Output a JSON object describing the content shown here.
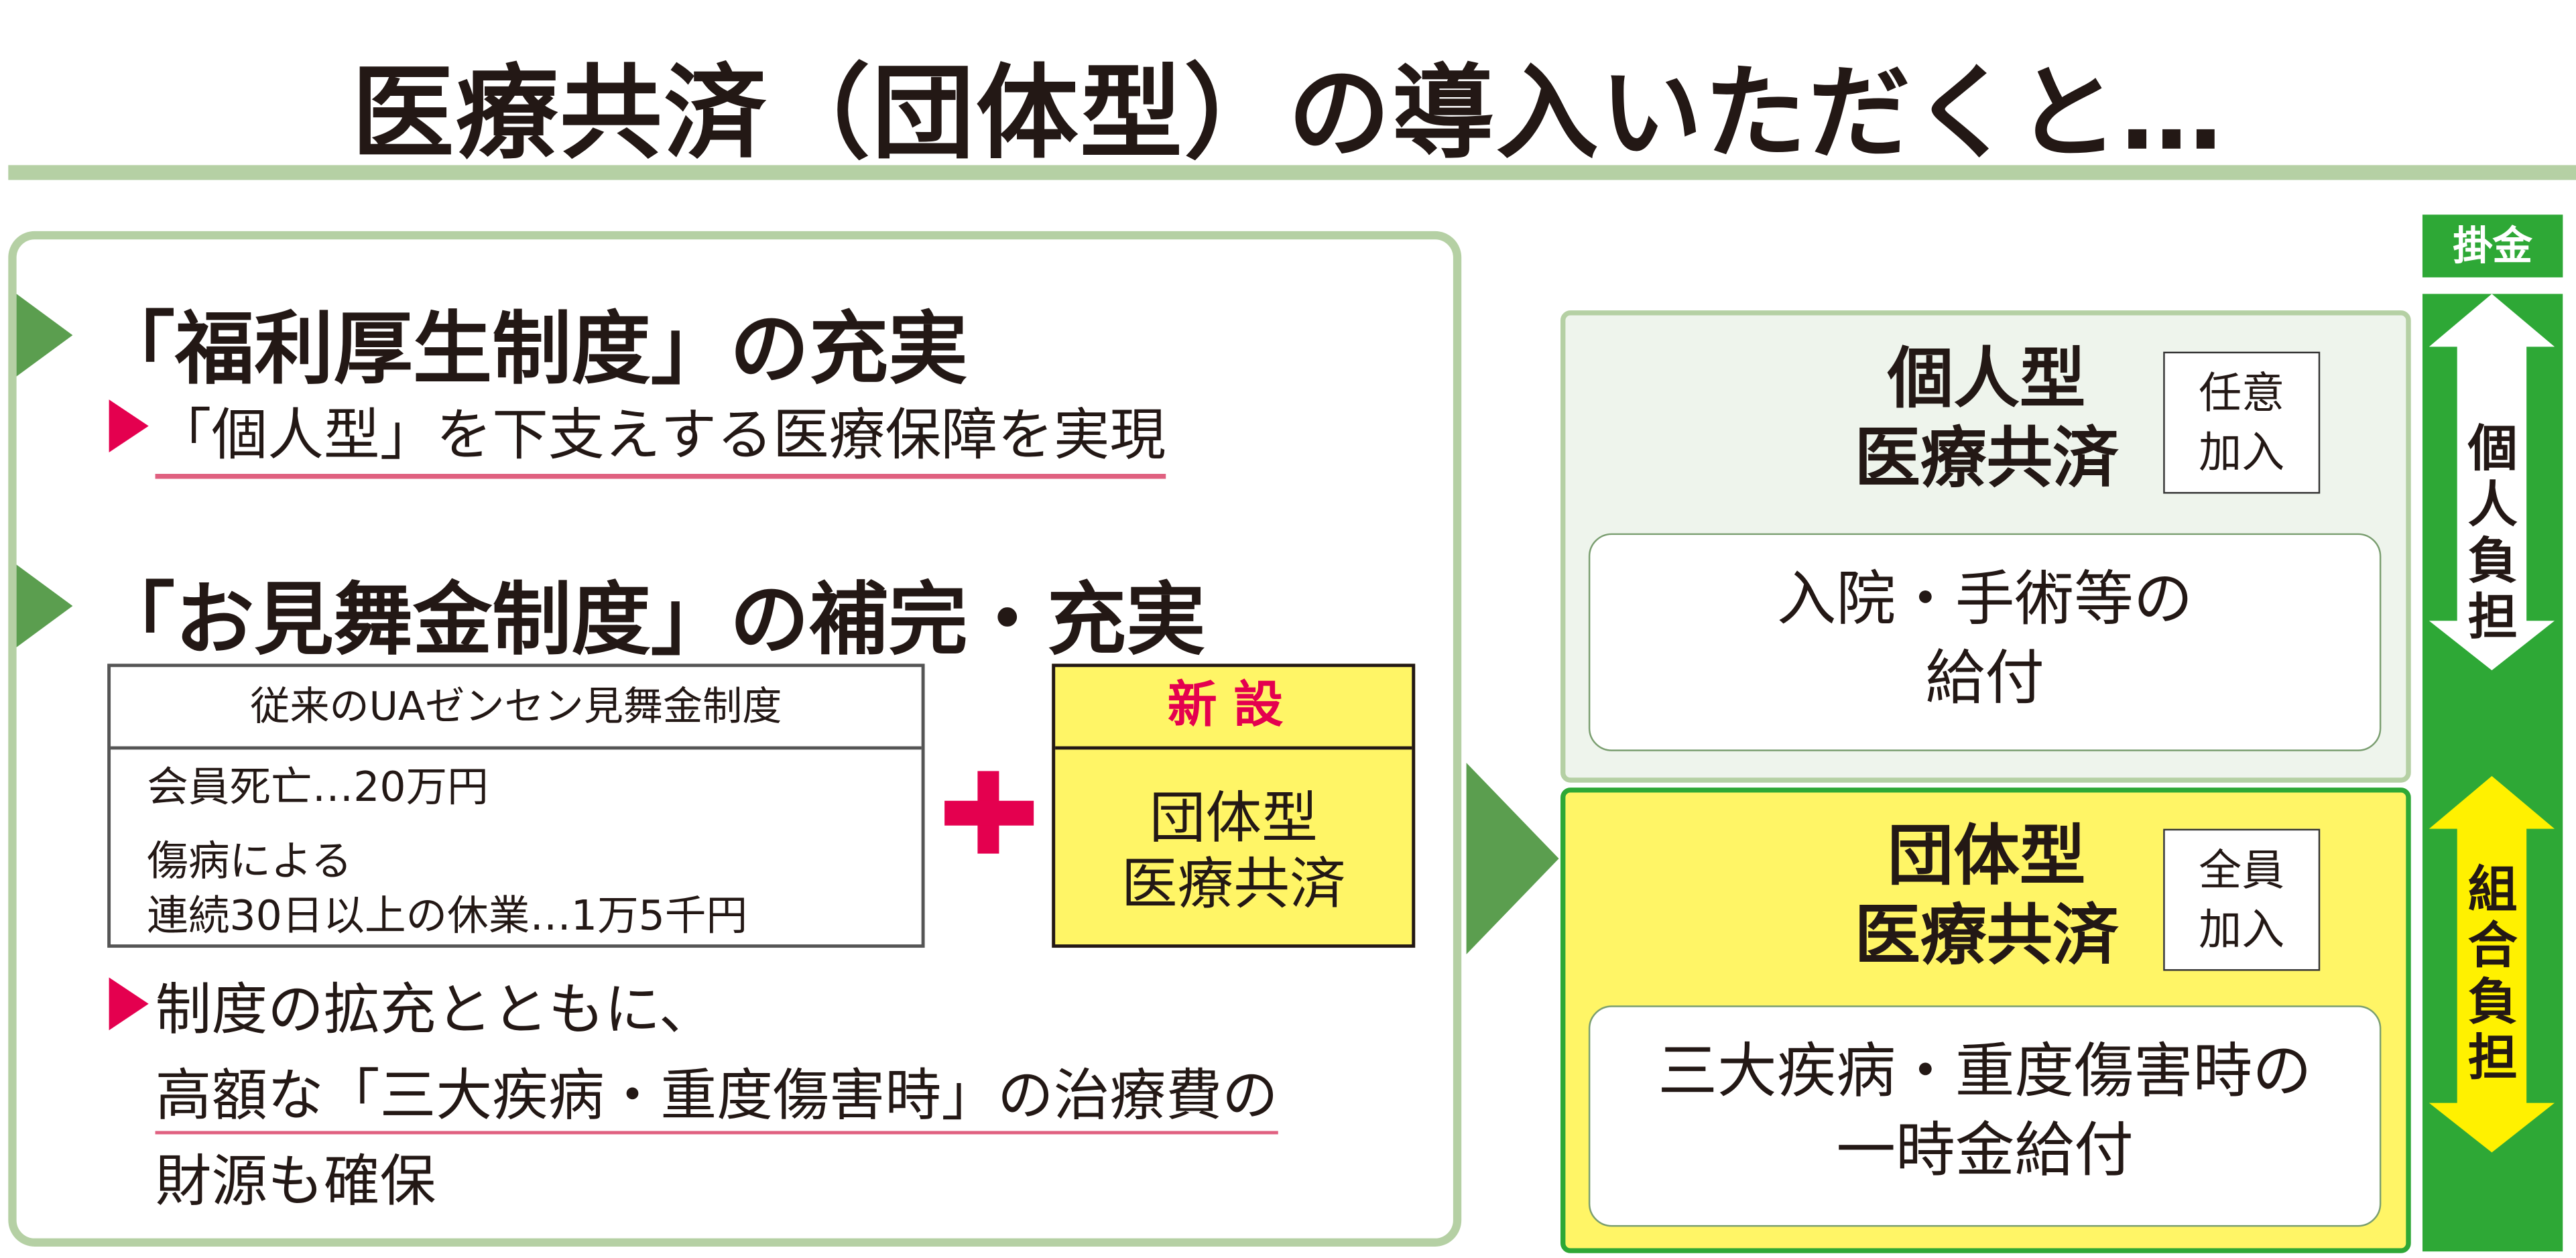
{
  "title": "医療共済（団体型）の導入いただくと…",
  "left": {
    "heading1": "「福利厚生制度」の充実",
    "sub1": "「個人型」を下支えする医療保障を実現",
    "heading2": "「お見舞金制度」の補完・充実",
    "old_system": {
      "header": "従来のUAゼンセン見舞金制度",
      "line1": "会員死亡…20万円",
      "line2": "傷病による",
      "line3": "連続30日以上の休業…1万5千円"
    },
    "plus": "+",
    "new_system": {
      "header": "新設",
      "line1": "団体型",
      "line2": "医療共済"
    },
    "note_line1": "制度の拡充とともに、",
    "note_line2": "高額な「三大疾病・重度傷害時」の治療費の",
    "note_line3": "財源も確保"
  },
  "right": {
    "individual": {
      "title1": "個人型",
      "title2": "医療共済",
      "tag1": "任意",
      "tag2": "加入",
      "benefit1": "入院・手術等の",
      "benefit2": "給付"
    },
    "group": {
      "title1": "団体型",
      "title2": "医療共済",
      "tag1": "全員",
      "tag2": "加入",
      "benefit1": "三大疾病・重度傷害時の",
      "benefit2": "一時金給付"
    }
  },
  "premium": {
    "label": "掛金",
    "individual_burden": [
      "個",
      "人",
      "負",
      "担"
    ],
    "union_burden": [
      "組",
      "合",
      "負",
      "担"
    ]
  },
  "colors": {
    "green": "#2ea836",
    "light_green": "#b5d0a4",
    "pink": "#e4004f",
    "yellow": "#fff566",
    "arrow_yellow": "#fff100"
  }
}
